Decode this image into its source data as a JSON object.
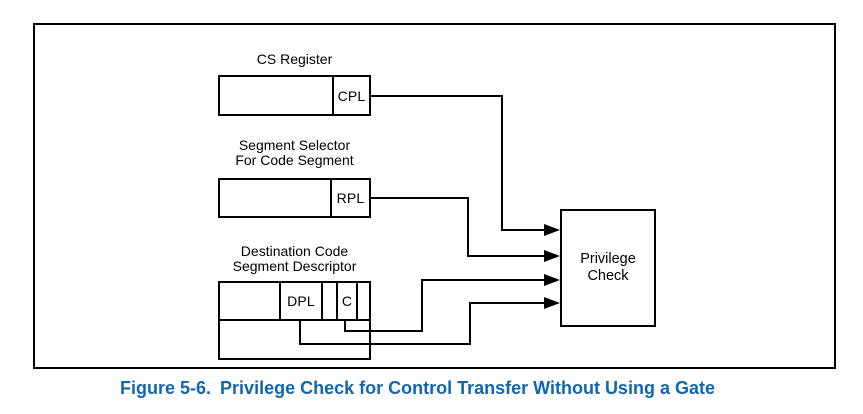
{
  "caption": {
    "number": "Figure 5-6.",
    "title": "Privilege Check for Control Transfer Without Using a Gate"
  },
  "blocks": {
    "cs_register": {
      "title": "CS Register",
      "field": "CPL"
    },
    "segment_selector": {
      "title_line1": "Segment Selector",
      "title_line2": "For Code Segment",
      "field": "RPL"
    },
    "descriptor": {
      "title_line1": "Destination Code",
      "title_line2": "Segment Descriptor",
      "dpl_field": "DPL",
      "c_field": "C"
    },
    "privilege_check": {
      "line1": "Privilege",
      "line2": "Check"
    }
  },
  "colors": {
    "caption_blue": "#1166b1",
    "line_black": "#000000",
    "background": "#ffffff"
  }
}
